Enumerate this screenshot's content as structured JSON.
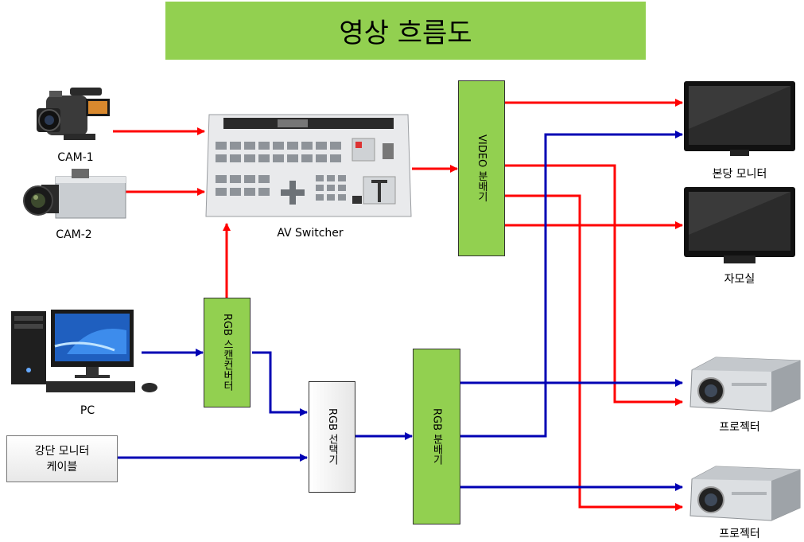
{
  "title": "영상 흐름도",
  "devices": {
    "cam1": "CAM-1",
    "cam2": "CAM-2",
    "av_switcher": "AV Switcher",
    "pc": "PC",
    "monitor_main": "본당 모니터",
    "monitor_sub": "자모실",
    "projector_1": "프로젝터",
    "projector_2": "프로젝터"
  },
  "boxes": {
    "video_splitter": "VIDEO 분배기",
    "rgb_scan_converter": "RGB 스캔컨버터",
    "rgb_selector": "RGB 선택기",
    "rgb_splitter": "RGB 분배기",
    "lecture_monitor_line1": "강단 모니터",
    "lecture_monitor_line2": "케이블"
  },
  "colors": {
    "title_bg": "#92d050",
    "box_green": "#92d050",
    "video_signal": "#ff0000",
    "rgb_signal": "#0000b4"
  }
}
